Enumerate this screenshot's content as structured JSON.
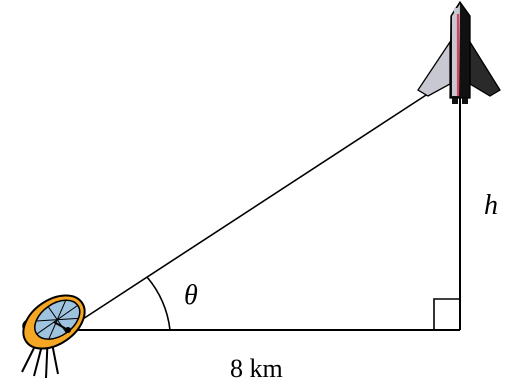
{
  "labels": {
    "height": "h",
    "angle": "θ",
    "base": "8 km"
  },
  "colors": {
    "line": "#000000",
    "dish_main": "#f5a623",
    "dish_inner": "#9ec3df",
    "rocket_body": "#c8c8d2",
    "rocket_dark": "#111111",
    "rocket_stripe": "#e0405a"
  },
  "icons": {
    "radar": "satellite-dish-icon",
    "rocket": "space-shuttle-icon"
  }
}
